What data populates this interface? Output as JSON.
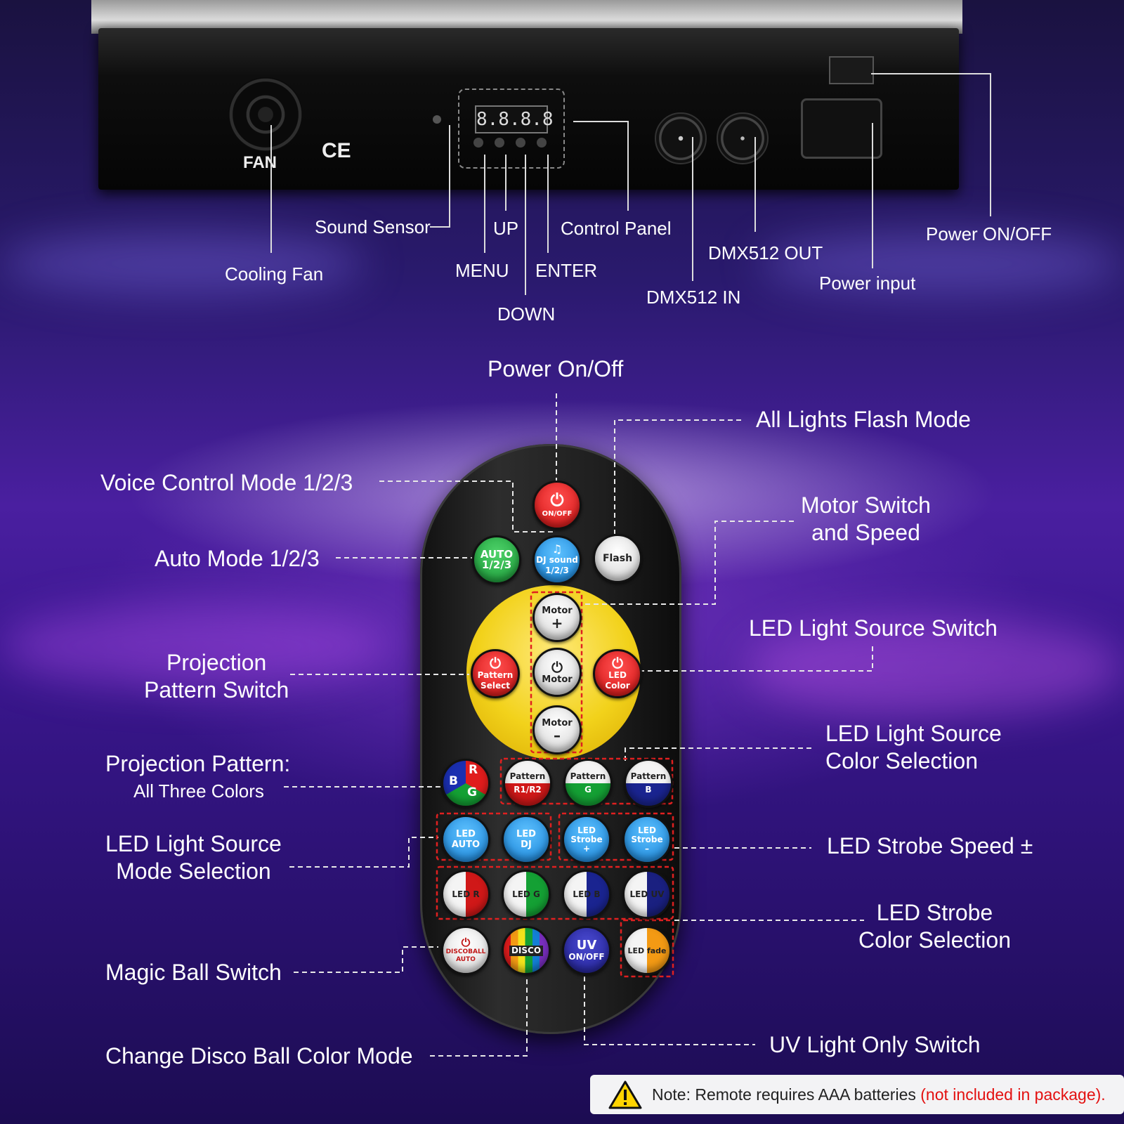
{
  "panel": {
    "fan_text": "FAN",
    "ce_text": "CE",
    "display_digits": "8.8.8.8"
  },
  "top_labels": {
    "sound_sensor": "Sound Sensor",
    "cooling_fan": "Cooling Fan",
    "up": "UP",
    "menu": "MENU",
    "down": "DOWN",
    "enter": "ENTER",
    "control_panel": "Control Panel",
    "dmx_out": "DMX512 OUT",
    "dmx_in": "DMX512 IN",
    "power_onoff": "Power ON/OFF",
    "power_input": "Power input"
  },
  "remote_labels": {
    "power": "Power On/Off",
    "flash_mode": "All Lights Flash Mode",
    "voice_mode": "Voice Control Mode 1/2/3",
    "motor_line1": "Motor Switch",
    "motor_line2": "and Speed",
    "auto_mode": "Auto Mode 1/2/3",
    "led_switch": "LED Light Source Switch",
    "proj_switch_line1": "Projection",
    "proj_switch_line2": "Pattern Switch",
    "led_color_line1": "LED Light Source",
    "led_color_line2": "Color Selection",
    "proj_pattern_line1": "Projection Pattern:",
    "proj_pattern_line2": "All Three Colors",
    "led_mode_line1": "LED Light Source",
    "led_mode_line2": "Mode Selection",
    "strobe_speed": "LED Strobe Speed ±",
    "strobe_color_line1": "LED Strobe",
    "strobe_color_line2": "Color Selection",
    "magic_ball": "Magic Ball Switch",
    "uv_only": "UV Light Only Switch",
    "disco_color": "Change Disco Ball Color Mode"
  },
  "buttons": {
    "onoff": "ON/OFF",
    "auto_1": "AUTO",
    "auto_2": "1/2/3",
    "dj_1": "DJ sound",
    "dj_2": "1/2/3",
    "flash": "Flash",
    "motor_plus_1": "Motor",
    "motor_plus_2": "+",
    "motor_mid": "Motor",
    "motor_minus_1": "Motor",
    "motor_minus_2": "–",
    "pattern_select_1": "Pattern",
    "pattern_select_2": "Select",
    "led_color_1": "LED",
    "led_color_2": "Color",
    "rgb_r": "R",
    "rgb_b": "B",
    "rgb_g": "G",
    "pattern_r1": "Pattern",
    "pattern_r2": "R1/R2",
    "pattern_g1": "Pattern",
    "pattern_g2": "G",
    "pattern_b1": "Pattern",
    "pattern_b2": "B",
    "led_auto_1": "LED",
    "led_auto_2": "AUTO",
    "led_dj_1": "LED",
    "led_dj_2": "DJ",
    "strobe_plus_1": "LED",
    "strobe_plus_2": "Strobe",
    "strobe_plus_3": "+",
    "strobe_minus_1": "LED",
    "strobe_minus_2": "Strobe",
    "strobe_minus_3": "–",
    "led_r": "LED R",
    "led_g": "LED G",
    "led_b": "LED B",
    "led_uv": "LED UV",
    "discoball_1": "DISCOBALL",
    "discoball_2": "AUTO",
    "disco_color": "DISCO",
    "uv_1": "UV",
    "uv_2": "ON/OFF",
    "led_fade": "LED fade"
  },
  "note": {
    "text": "Note: Remote requires AAA batteries ",
    "highlight": "(not included in package)."
  },
  "colors": {
    "highlight_red": "#e31010",
    "remote_yellow": "#f2d21b",
    "dash_red": "#e02020"
  }
}
